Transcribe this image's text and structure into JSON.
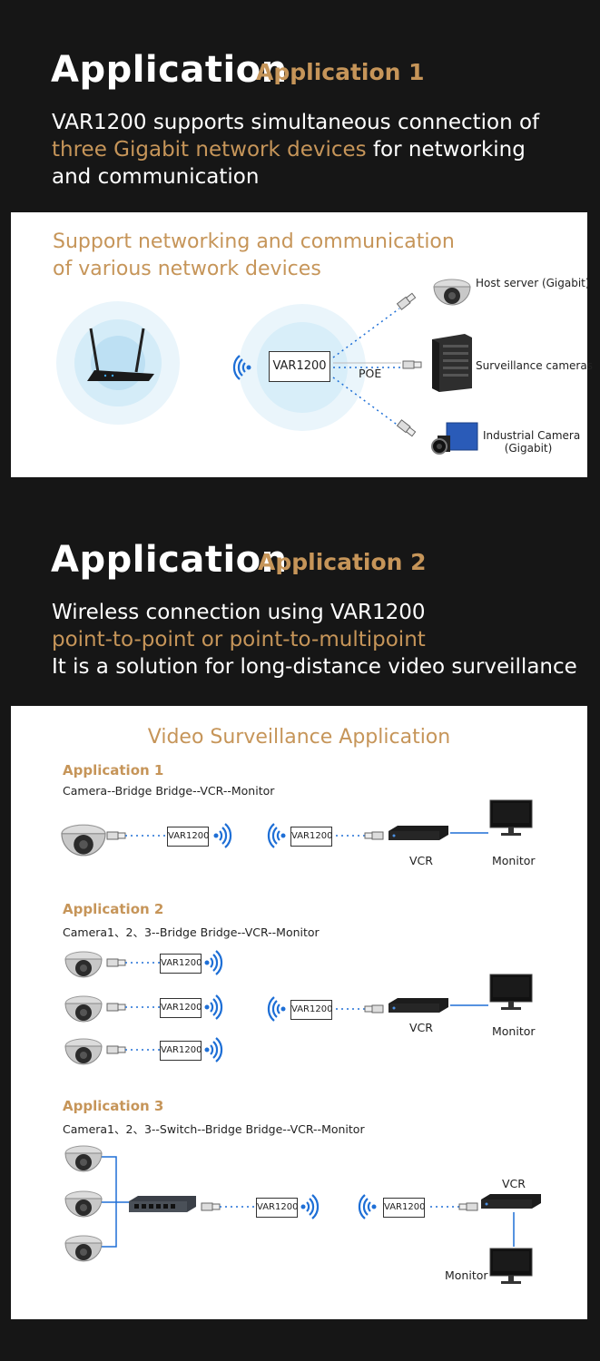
{
  "section1": {
    "heading": "Application",
    "subheading": "Application 1",
    "desc_line1": "VAR1200 supports simultaneous connection of",
    "desc_line2_highlight": "three Gigabit network devices",
    "desc_line2_rest": " for networking",
    "desc_line3": "and communication"
  },
  "panel1": {
    "title_line1": "Support networking and communication",
    "title_line2": "of various network devices",
    "device_box": "VAR1200",
    "poe_label": "POE",
    "device1": "Host server (Gigabit)",
    "device2": "Surveillance cameras",
    "device3_line1": "Industrial Camera",
    "device3_line2": "(Gigabit)"
  },
  "section2": {
    "heading": "Application",
    "subheading": "Application 2",
    "desc_line1": "Wireless connection using VAR1200",
    "desc_line2": "point-to-point or point-to-multipoint",
    "desc_line3": "It is a solution for long-distance video surveillance"
  },
  "panel2": {
    "title": "Video Surveillance Application",
    "box_label": "VAR1200",
    "app1": {
      "title": "Application 1",
      "caption": "Camera--Bridge   Bridge--VCR--Monitor",
      "vcr": "VCR",
      "monitor": "Monitor"
    },
    "app2": {
      "title": "Application 2",
      "caption": "Camera1、2、3--Bridge      Bridge--VCR--Monitor",
      "vcr": "VCR",
      "monitor": "Monitor"
    },
    "app3": {
      "title": "Application 3",
      "caption": "Camera1、2、3--Switch--Bridge      Bridge--VCR--Monitor",
      "vcr": "VCR",
      "monitor": "Monitor"
    }
  },
  "colors": {
    "background": "#161616",
    "accent": "#c69559",
    "wifi": "#1e6fd6"
  }
}
